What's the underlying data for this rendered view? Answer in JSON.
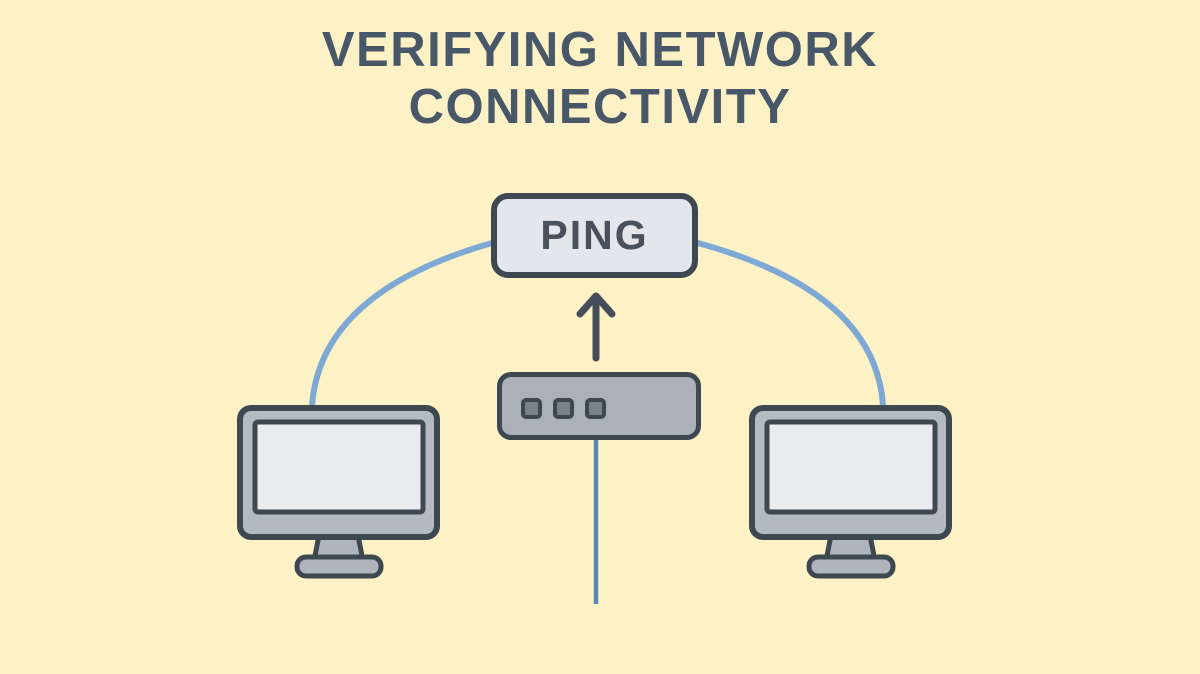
{
  "title": {
    "line1": "VERIFYING NETWORK",
    "line2": "CONNECTIVITY"
  },
  "diagram": {
    "ping_label": "PING",
    "nodes": [
      {
        "id": "left-computer",
        "icon": "desktop-computer-icon"
      },
      {
        "id": "network-device",
        "icon": "router-icon",
        "ports": 3
      },
      {
        "id": "right-computer",
        "icon": "desktop-computer-icon"
      }
    ],
    "connections": [
      {
        "from": "left-computer",
        "to": "ping-box",
        "style": "blue-arc"
      },
      {
        "from": "right-computer",
        "to": "ping-box",
        "style": "blue-arc"
      },
      {
        "from": "network-device",
        "to": "ping-box",
        "style": "dark-arrow-up"
      },
      {
        "from": "network-device",
        "to": "bottom-edge",
        "style": "blue-vertical-line"
      }
    ]
  },
  "colors": {
    "background": "#FDF2C5",
    "outline": "#3E4851",
    "title_text": "#495869",
    "ping_text": "#49525C",
    "panel_fill": "#E3E6EA",
    "device_fill": "#AAB1BA",
    "port_fill": "#78828B",
    "bezel_fill": "#B4BAC2",
    "screen_fill": "#E9EBEE",
    "stand_fill": "#AEB5BD",
    "accent_blue": "#7FA9D5",
    "line_blue": "#5987B5",
    "arrow_color": "#454E58"
  }
}
